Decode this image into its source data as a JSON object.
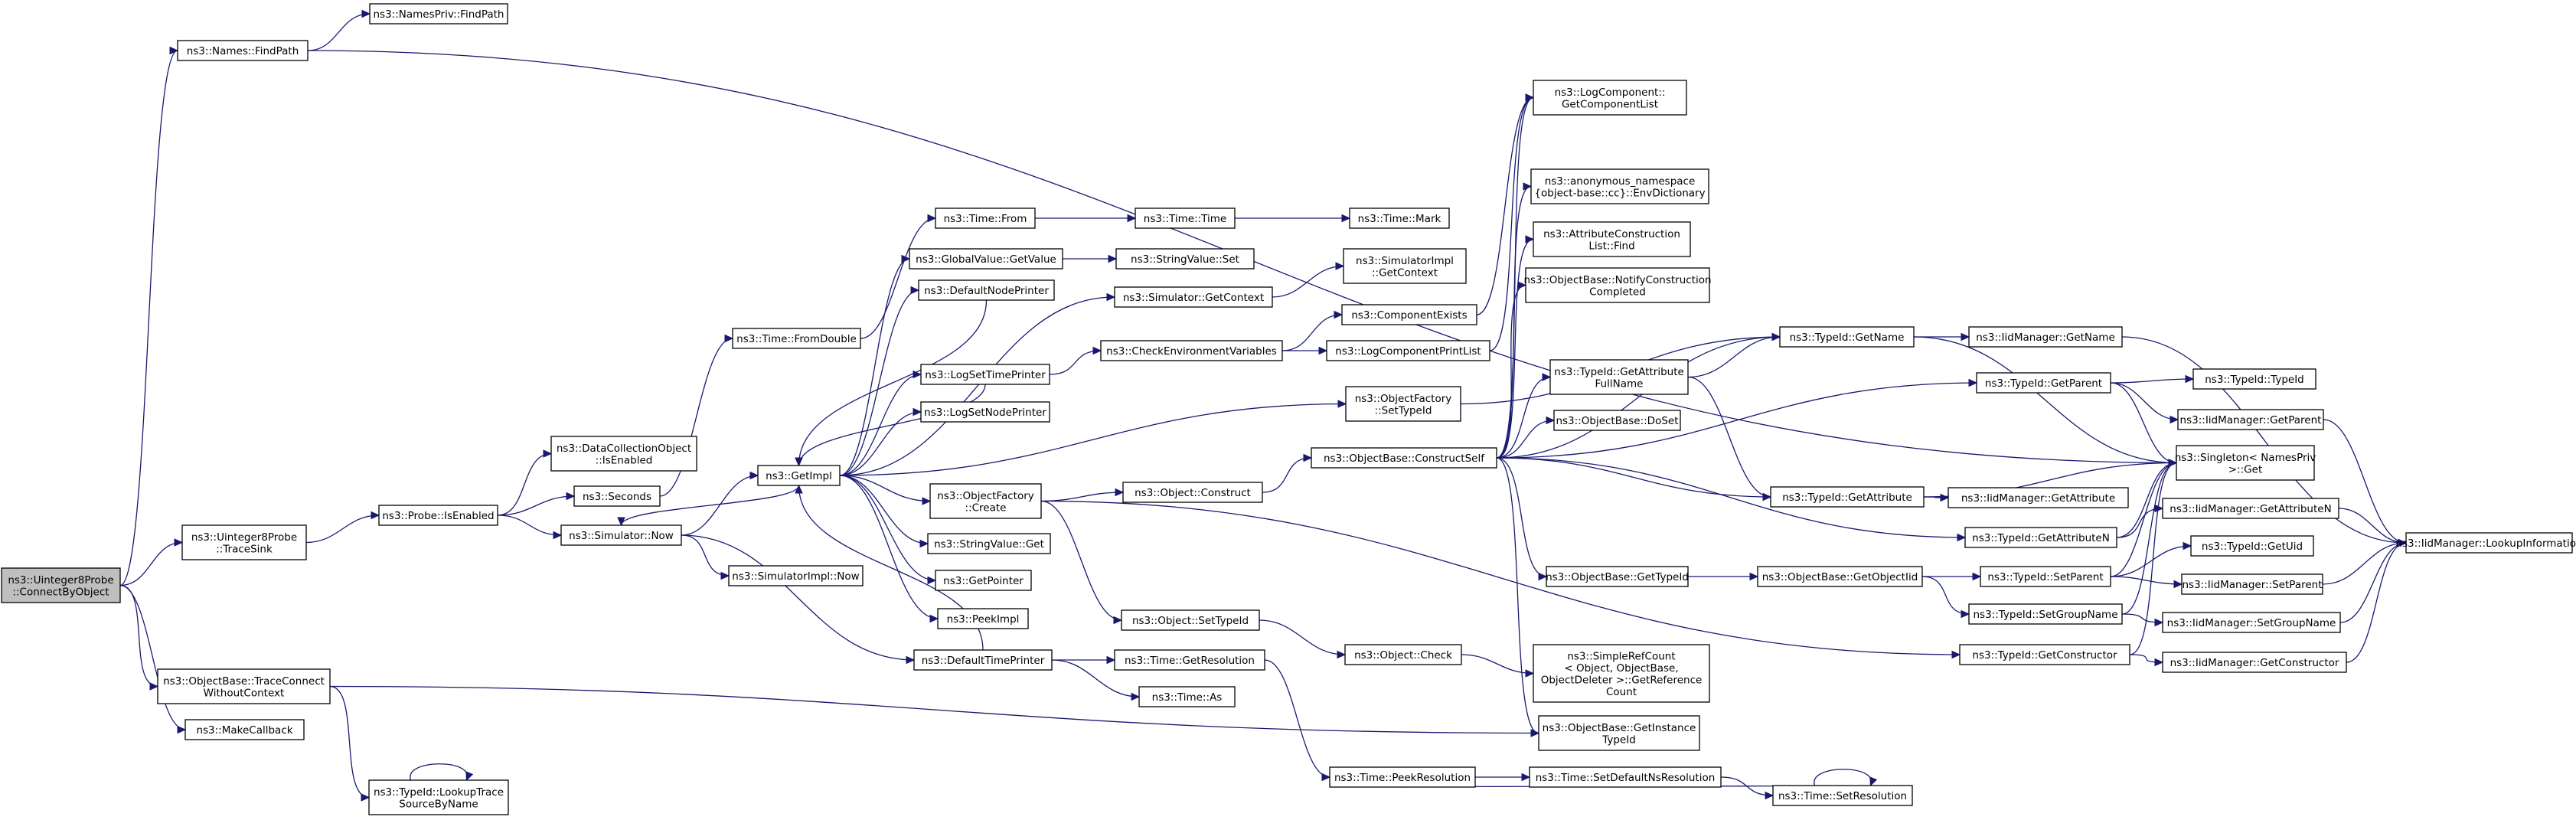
{
  "graph_type": "doxygen call graph",
  "colors": {
    "edge": "#191970",
    "node_border": "#000000",
    "root_fill": "#bfbfbf",
    "node_fill": "#ffffff"
  },
  "nodes": {
    "root": [
      "ns3::Uinteger8Probe",
      "::ConnectByObject"
    ],
    "namesFindPath": [
      "ns3::Names::FindPath"
    ],
    "namesPrivFindPath": [
      "ns3::NamesPriv::FindPath"
    ],
    "u8TraceSink": [
      "ns3::Uinteger8Probe",
      "::TraceSink"
    ],
    "traceConnect": [
      "ns3::ObjectBase::TraceConnect",
      "WithoutContext"
    ],
    "makeCallback": [
      "ns3::MakeCallback"
    ],
    "lookupTrace": [
      "ns3::TypeId::LookupTrace",
      "SourceByName"
    ],
    "probeIsEnabled": [
      "ns3::Probe::IsEnabled"
    ],
    "dcoIsEnabled": [
      "ns3::DataCollectionObject",
      "::IsEnabled"
    ],
    "seconds": [
      "ns3::Seconds"
    ],
    "simNow": [
      "ns3::Simulator::Now"
    ],
    "timeFromDouble": [
      "ns3::Time::FromDouble"
    ],
    "simImplNow": [
      "ns3::SimulatorImpl::Now"
    ],
    "getImpl": [
      "ns3::GetImpl"
    ],
    "timeFrom": [
      "ns3::Time::From"
    ],
    "gvGetValue": [
      "ns3::GlobalValue::GetValue"
    ],
    "defNodePrinter": [
      "ns3::DefaultNodePrinter"
    ],
    "logSetTimePrinter": [
      "ns3::LogSetTimePrinter"
    ],
    "logSetNodePrinter": [
      "ns3::LogSetNodePrinter"
    ],
    "ofCreate": [
      "ns3::ObjectFactory",
      "::Create"
    ],
    "stringValueGet": [
      "ns3::StringValue::Get"
    ],
    "getPointer": [
      "ns3::GetPointer"
    ],
    "peekImpl": [
      "ns3::PeekImpl"
    ],
    "defTimePrinter": [
      "ns3::DefaultTimePrinter"
    ],
    "timeTime": [
      "ns3::Time::Time"
    ],
    "svSet": [
      "ns3::StringValue::Set"
    ],
    "simGetContext": [
      "ns3::Simulator::GetContext"
    ],
    "checkEnv": [
      "ns3::CheckEnvironmentVariables"
    ],
    "objConstruct": [
      "ns3::Object::Construct"
    ],
    "objSetTypeId": [
      "ns3::Object::SetTypeId"
    ],
    "timeGetRes": [
      "ns3::Time::GetResolution"
    ],
    "timeAs": [
      "ns3::Time::As"
    ],
    "timeMark": [
      "ns3::Time::Mark"
    ],
    "simImplGetContext": [
      "ns3::SimulatorImpl",
      "::GetContext"
    ],
    "componentExists": [
      "ns3::ComponentExists"
    ],
    "logCompPrintList": [
      "ns3::LogComponentPrintList"
    ],
    "ofSetTypeId": [
      "ns3::ObjectFactory",
      "::SetTypeId"
    ],
    "obConstructSelf": [
      "ns3::ObjectBase::ConstructSelf"
    ],
    "objCheck": [
      "ns3::Object::Check"
    ],
    "timePeekRes": [
      "ns3::Time::PeekResolution"
    ],
    "logCompGetList": [
      "ns3::LogComponent::",
      "GetComponentList"
    ],
    "anonEnvDict": [
      "ns3::anonymous_namespace",
      "{object-base::cc}::EnvDictionary"
    ],
    "attrConstrFind": [
      "ns3::AttributeConstruction",
      "List::Find"
    ],
    "obNotifyConstr": [
      "ns3::ObjectBase::NotifyConstruction",
      "Completed"
    ],
    "tidGetAttrFullName": [
      "ns3::TypeId::GetAttribute",
      "FullName"
    ],
    "obDoSet": [
      "ns3::ObjectBase::DoSet"
    ],
    "obGetTypeId": [
      "ns3::ObjectBase::GetTypeId"
    ],
    "simpleRefCount": [
      "ns3::SimpleRefCount",
      "< Object, ObjectBase,",
      "ObjectDeleter >::GetReference",
      "Count"
    ],
    "obGetInstTypeId": [
      "ns3::ObjectBase::GetInstance",
      "TypeId"
    ],
    "timeSetDefNsRes": [
      "ns3::Time::SetDefaultNsResolution"
    ],
    "timeSetRes": [
      "ns3::Time::SetResolution"
    ],
    "tidGetName": [
      "ns3::TypeId::GetName"
    ],
    "tidGetAttribute": [
      "ns3::TypeId::GetAttribute"
    ],
    "obGetObjectIid": [
      "ns3::ObjectBase::GetObjectIid"
    ],
    "tidGetParent": [
      "ns3::TypeId::GetParent"
    ],
    "tidGetAttributeN": [
      "ns3::TypeId::GetAttributeN"
    ],
    "tidSetParent": [
      "ns3::TypeId::SetParent"
    ],
    "tidSetGroupName": [
      "ns3::TypeId::SetGroupName"
    ],
    "tidGetConstructor": [
      "ns3::TypeId::GetConstructor"
    ],
    "iidGetName": [
      "ns3::IidManager::GetName"
    ],
    "iidGetAttribute": [
      "ns3::IidManager::GetAttribute"
    ],
    "singletonGet": [
      "ns3::Singleton< NamesPriv",
      " >::Get"
    ],
    "tidTypeId": [
      "ns3::TypeId::TypeId"
    ],
    "iidGetParent": [
      "ns3::IidManager::GetParent"
    ],
    "iidGetAttributeN": [
      "ns3::IidManager::GetAttributeN"
    ],
    "tidGetUid": [
      "ns3::TypeId::GetUid"
    ],
    "iidSetParent": [
      "ns3::IidManager::SetParent"
    ],
    "iidSetGroupName": [
      "ns3::IidManager::SetGroupName"
    ],
    "iidGetConstructor": [
      "ns3::IidManager::GetConstructor"
    ],
    "iidLookupInfo": [
      "ns3::IidManager::LookupInformation"
    ]
  },
  "edges": [
    [
      "root",
      "namesFindPath"
    ],
    [
      "root",
      "u8TraceSink"
    ],
    [
      "root",
      "traceConnect"
    ],
    [
      "root",
      "makeCallback"
    ],
    [
      "namesFindPath",
      "namesPrivFindPath"
    ],
    [
      "namesFindPath",
      "singletonGet"
    ],
    [
      "u8TraceSink",
      "probeIsEnabled"
    ],
    [
      "probeIsEnabled",
      "dcoIsEnabled"
    ],
    [
      "probeIsEnabled",
      "seconds"
    ],
    [
      "probeIsEnabled",
      "simNow"
    ],
    [
      "seconds",
      "timeFromDouble"
    ],
    [
      "timeFromDouble",
      "timeFrom"
    ],
    [
      "simNow",
      "getImpl"
    ],
    [
      "simNow",
      "simImplNow"
    ],
    [
      "simNow",
      "defTimePrinter"
    ],
    [
      "getImpl",
      "gvGetValue"
    ],
    [
      "getImpl",
      "simGetContext"
    ],
    [
      "getImpl",
      "defNodePrinter"
    ],
    [
      "getImpl",
      "logSetTimePrinter"
    ],
    [
      "getImpl",
      "logSetNodePrinter"
    ],
    [
      "getImpl",
      "ofSetTypeId"
    ],
    [
      "getImpl",
      "ofCreate"
    ],
    [
      "getImpl",
      "stringValueGet"
    ],
    [
      "getImpl",
      "getPointer"
    ],
    [
      "getImpl",
      "peekImpl"
    ],
    [
      "getImpl",
      "simNow"
    ],
    [
      "defNodePrinter",
      "getImpl"
    ],
    [
      "logSetTimePrinter",
      "getImpl"
    ],
    [
      "defTimePrinter",
      "getImpl"
    ],
    [
      "timeFrom",
      "timeTime"
    ],
    [
      "timeTime",
      "timeMark"
    ],
    [
      "gvGetValue",
      "svSet"
    ],
    [
      "simGetContext",
      "simImplGetContext"
    ],
    [
      "logSetTimePrinter",
      "checkEnv"
    ],
    [
      "checkEnv",
      "componentExists"
    ],
    [
      "checkEnv",
      "logCompPrintList"
    ],
    [
      "componentExists",
      "logCompGetList"
    ],
    [
      "logCompPrintList",
      "logCompGetList"
    ],
    [
      "ofSetTypeId",
      "tidGetName"
    ],
    [
      "ofCreate",
      "objConstruct"
    ],
    [
      "ofCreate",
      "objSetTypeId"
    ],
    [
      "ofCreate",
      "tidGetConstructor"
    ],
    [
      "objConstruct",
      "obConstructSelf"
    ],
    [
      "objSetTypeId",
      "objCheck"
    ],
    [
      "objCheck",
      "simpleRefCount"
    ],
    [
      "defTimePrinter",
      "timeGetRes"
    ],
    [
      "defTimePrinter",
      "timeAs"
    ],
    [
      "timeGetRes",
      "timePeekRes"
    ],
    [
      "timePeekRes",
      "timeSetDefNsRes"
    ],
    [
      "timeSetDefNsRes",
      "timeSetRes"
    ],
    [
      "timeSetRes",
      "timeSetRes"
    ],
    [
      "timeSetRes",
      "timePeekRes"
    ],
    [
      "obConstructSelf",
      "anonEnvDict"
    ],
    [
      "obConstructSelf",
      "attrConstrFind"
    ],
    [
      "obConstructSelf",
      "obNotifyConstr"
    ],
    [
      "obConstructSelf",
      "tidGetName"
    ],
    [
      "obConstructSelf",
      "tidGetAttrFullName"
    ],
    [
      "obConstructSelf",
      "obDoSet"
    ],
    [
      "obConstructSelf",
      "tidGetParent"
    ],
    [
      "obConstructSelf",
      "tidGetAttribute"
    ],
    [
      "obConstructSelf",
      "tidGetAttributeN"
    ],
    [
      "obConstructSelf",
      "obGetTypeId"
    ],
    [
      "obConstructSelf",
      "obGetInstTypeId"
    ],
    [
      "obConstructSelf",
      "logCompGetList"
    ],
    [
      "tidGetAttrFullName",
      "tidGetName"
    ],
    [
      "tidGetAttrFullName",
      "tidGetAttribute"
    ],
    [
      "obGetTypeId",
      "obGetObjectIid"
    ],
    [
      "obGetObjectIid",
      "tidSetParent"
    ],
    [
      "obGetObjectIid",
      "tidSetGroupName"
    ],
    [
      "tidGetName",
      "iidGetName"
    ],
    [
      "tidGetName",
      "singletonGet"
    ],
    [
      "tidGetAttribute",
      "iidGetAttribute"
    ],
    [
      "tidGetAttribute",
      "singletonGet"
    ],
    [
      "tidGetParent",
      "tidTypeId"
    ],
    [
      "tidGetParent",
      "iidGetParent"
    ],
    [
      "tidGetParent",
      "singletonGet"
    ],
    [
      "tidGetAttributeN",
      "iidGetAttributeN"
    ],
    [
      "tidGetAttributeN",
      "singletonGet"
    ],
    [
      "tidSetParent",
      "tidGetUid"
    ],
    [
      "tidSetParent",
      "iidSetParent"
    ],
    [
      "tidSetParent",
      "singletonGet"
    ],
    [
      "tidSetGroupName",
      "iidSetGroupName"
    ],
    [
      "tidSetGroupName",
      "singletonGet"
    ],
    [
      "tidGetConstructor",
      "iidGetConstructor"
    ],
    [
      "tidGetConstructor",
      "singletonGet"
    ],
    [
      "traceConnect",
      "lookupTrace"
    ],
    [
      "traceConnect",
      "obGetInstTypeId"
    ],
    [
      "lookupTrace",
      "lookupTrace"
    ],
    [
      "iidGetName",
      "iidLookupInfo"
    ],
    [
      "iidGetParent",
      "iidLookupInfo"
    ],
    [
      "iidGetAttributeN",
      "iidLookupInfo"
    ],
    [
      "iidSetParent",
      "iidLookupInfo"
    ],
    [
      "iidSetGroupName",
      "iidLookupInfo"
    ],
    [
      "iidGetConstructor",
      "iidLookupInfo"
    ]
  ]
}
